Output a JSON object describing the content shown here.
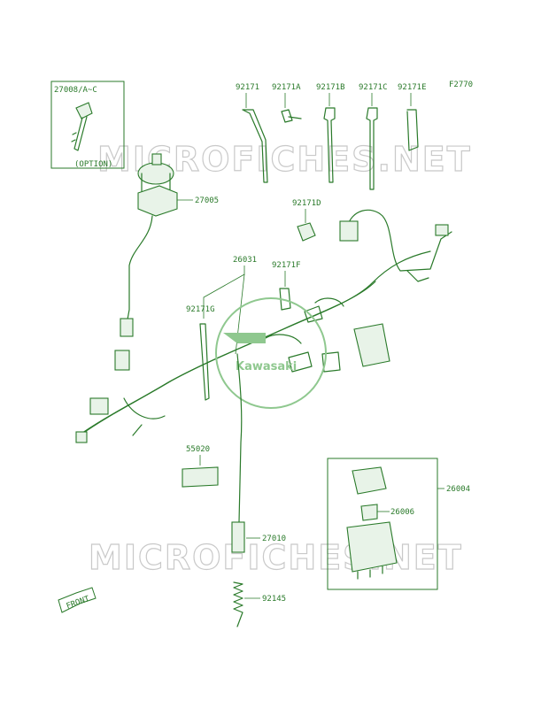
{
  "figure_code": "F2770",
  "watermark": "MICROFICHES.NET",
  "logo_text": "Kawasaki",
  "accent_color": "#2a7a2a",
  "parts": {
    "key": "27008/A~C",
    "key_option": "(OPTION)",
    "ignition_switch": "27005",
    "clamp_1": "92171",
    "clamp_a": "92171A",
    "clamp_b": "92171B",
    "clamp_c": "92171C",
    "clamp_e": "92171E",
    "clamp_d": "92171D",
    "clamp_f": "92171F",
    "clamp_g": "92171G",
    "main_harness": "26031",
    "label_pad": "55020",
    "relay_assy": "26004",
    "relay": "26006",
    "cable": "27010",
    "spring": "92145"
  },
  "front_arrow": "FRONT"
}
